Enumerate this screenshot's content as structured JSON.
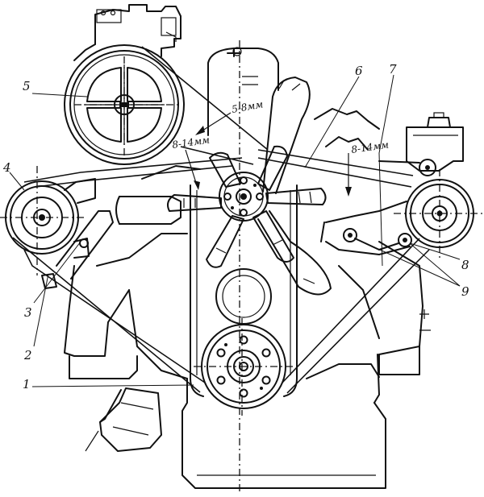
{
  "callouts": [
    {
      "id": "1",
      "text": "1"
    },
    {
      "id": "2",
      "text": "2"
    },
    {
      "id": "3",
      "text": "3"
    },
    {
      "id": "4",
      "text": "4"
    },
    {
      "id": "5",
      "text": "5"
    },
    {
      "id": "6",
      "text": "6"
    },
    {
      "id": "7",
      "text": "7"
    },
    {
      "id": "8",
      "text": "8"
    },
    {
      "id": "9",
      "text": "9"
    }
  ],
  "deflections": {
    "compressor_belt": "5-8мм",
    "generator_belt": "8-14мм",
    "steering_pump_belt": "8-14мм"
  }
}
